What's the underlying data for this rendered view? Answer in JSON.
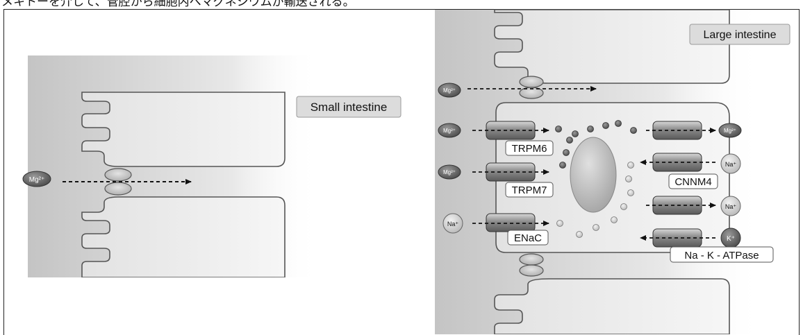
{
  "caption": "メキトーを介して、管腔から細胞内へマグネシウムが輸送される。",
  "panels": {
    "small": {
      "title": "Small intestine",
      "ion": "Mg²⁺"
    },
    "large": {
      "title": "Large intestine",
      "ions": {
        "mg": "Mg²⁺",
        "na": "Na⁺",
        "k": "K⁺"
      },
      "transporters": {
        "trpm6": "TRPM6",
        "trpm7": "TRPM7",
        "enac": "ENaC",
        "cnnm4": "CNNM4",
        "nak": "Na - K - ATPase"
      }
    }
  }
}
